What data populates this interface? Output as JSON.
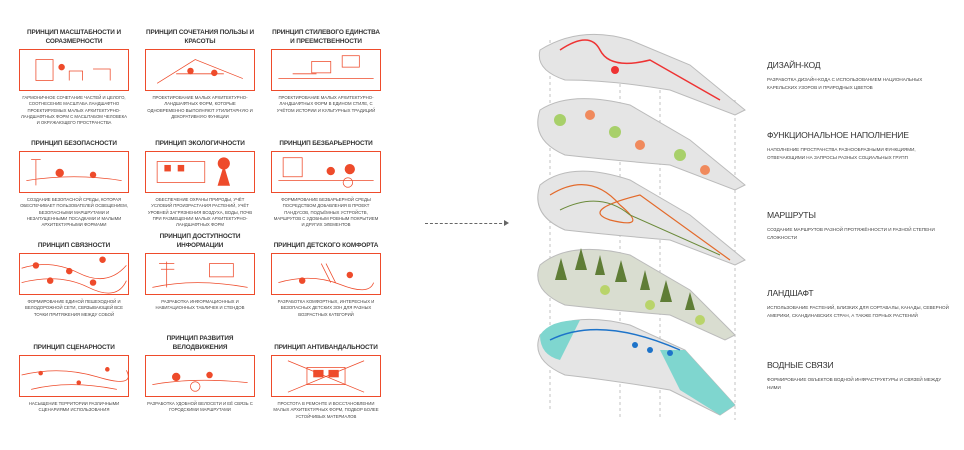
{
  "principles": [
    {
      "title": "Принцип масштабности и соразмерности",
      "text": "Гармоничное сочетание частей и целого, соотнесение масштаба ландшафтно проектируемых малых архитектурно-ландшафтных форм с масштабом человека и окружающего пространства"
    },
    {
      "title": "Принцип сочетания пользы и красоты",
      "text": "Проектирование малых архитектурно-ландшафтных форм, которые одновременно выполняют утилитарную и декоративную функции"
    },
    {
      "title": "Принцип стилевого единства и преемственности",
      "text": "Проектирование малых архитектурно-ландшафтных форм в едином стиле, с учётом истории и культурных традиций"
    },
    {
      "title": "Принцип безопасности",
      "text": "Создание безопасной среды, которая обеспечивает пользователей освещением, безопасными маршрутами и незапущенными посадками и малыми архитектурными формами"
    },
    {
      "title": "Принцип экологичности",
      "text": "Обеспечение охраны природы, учёт условий произрастания растений, учёт уровней загрязнения воздуха, воды, почв при размещении малых архитектурно-ландшафтных форм"
    },
    {
      "title": "Принцип безбарьерности",
      "text": "Формирование безбарьерной среды посредством добавления в проект пандусов, подъёмных устройств, маршрутов с удобным ровным покрытием и других элементов"
    },
    {
      "title": "Принцип связности",
      "text": "Формирование единой пешеходной и велодорожной сети, связывающей все точки притяжения между собой"
    },
    {
      "title": "Принцип доступности информации",
      "text": "Разработка информационных и навигационных табличек и стендов"
    },
    {
      "title": "Принцип детского комфорта",
      "text": "Разработка комфортных, интересных и безопасных детских зон для разных возрастных категорий"
    },
    {
      "title": "Принцип сценарности",
      "text": "Насыщение территории различными сценариями использования"
    },
    {
      "title": "Принцип развития велодвижения",
      "text": "Разработка удобной велосети и её связь с городскими маршрутами"
    },
    {
      "title": "Принцип антивандальности",
      "text": "Простота в ремонте и восстановлении малых архитектурных форм, подбор более устойчивых материалов"
    }
  ],
  "layers": [
    {
      "title": "Дизайн-код",
      "text": "Разработка дизайн-кода с использованием национальных карельских узоров и природных цветов"
    },
    {
      "title": "Функциональное наполнение",
      "text": "Наполнение пространства разнообразными функциями, отвечающими на запросы разных социальных групп"
    },
    {
      "title": "Маршруты",
      "text": "Создание маршрутов разной протяжённости и разной степени сложности"
    },
    {
      "title": "Ландшафт",
      "text": "Использование растений, близких для Сортавалы, Канады, Северной Америки, скандинавских стран, а также горных растений"
    },
    {
      "title": "Водные связи",
      "text": "Формирование объектов водной инфраструктуры и связей между ними"
    }
  ],
  "colors": {
    "accent": "#ee4b2b",
    "green": "#6b8a3a",
    "water": "#7fd6cf"
  }
}
